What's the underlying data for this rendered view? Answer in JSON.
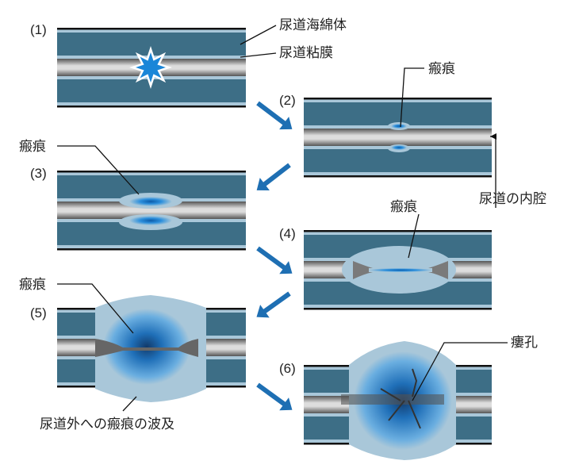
{
  "panels": [
    {
      "number": "(1)"
    },
    {
      "number": "(2)"
    },
    {
      "number": "(3)"
    },
    {
      "number": "(4)"
    },
    {
      "number": "(5)"
    },
    {
      "number": "(6)"
    }
  ],
  "labels": {
    "spongiosum": "尿道海綿体",
    "mucosa": "尿道粘膜",
    "scar2": "瘢痕",
    "lumen": "尿道の内腔",
    "scar3": "瘢痕",
    "scar4": "瘢痕",
    "scar5": "瘢痕",
    "spread": "尿道外への瘢痕の波及",
    "fistula": "瘻孔"
  },
  "colors": {
    "teal": "#3d6e86",
    "light": "#a9c7d9",
    "arrow": "#1e6fb3",
    "scar": "#1a86d8"
  }
}
